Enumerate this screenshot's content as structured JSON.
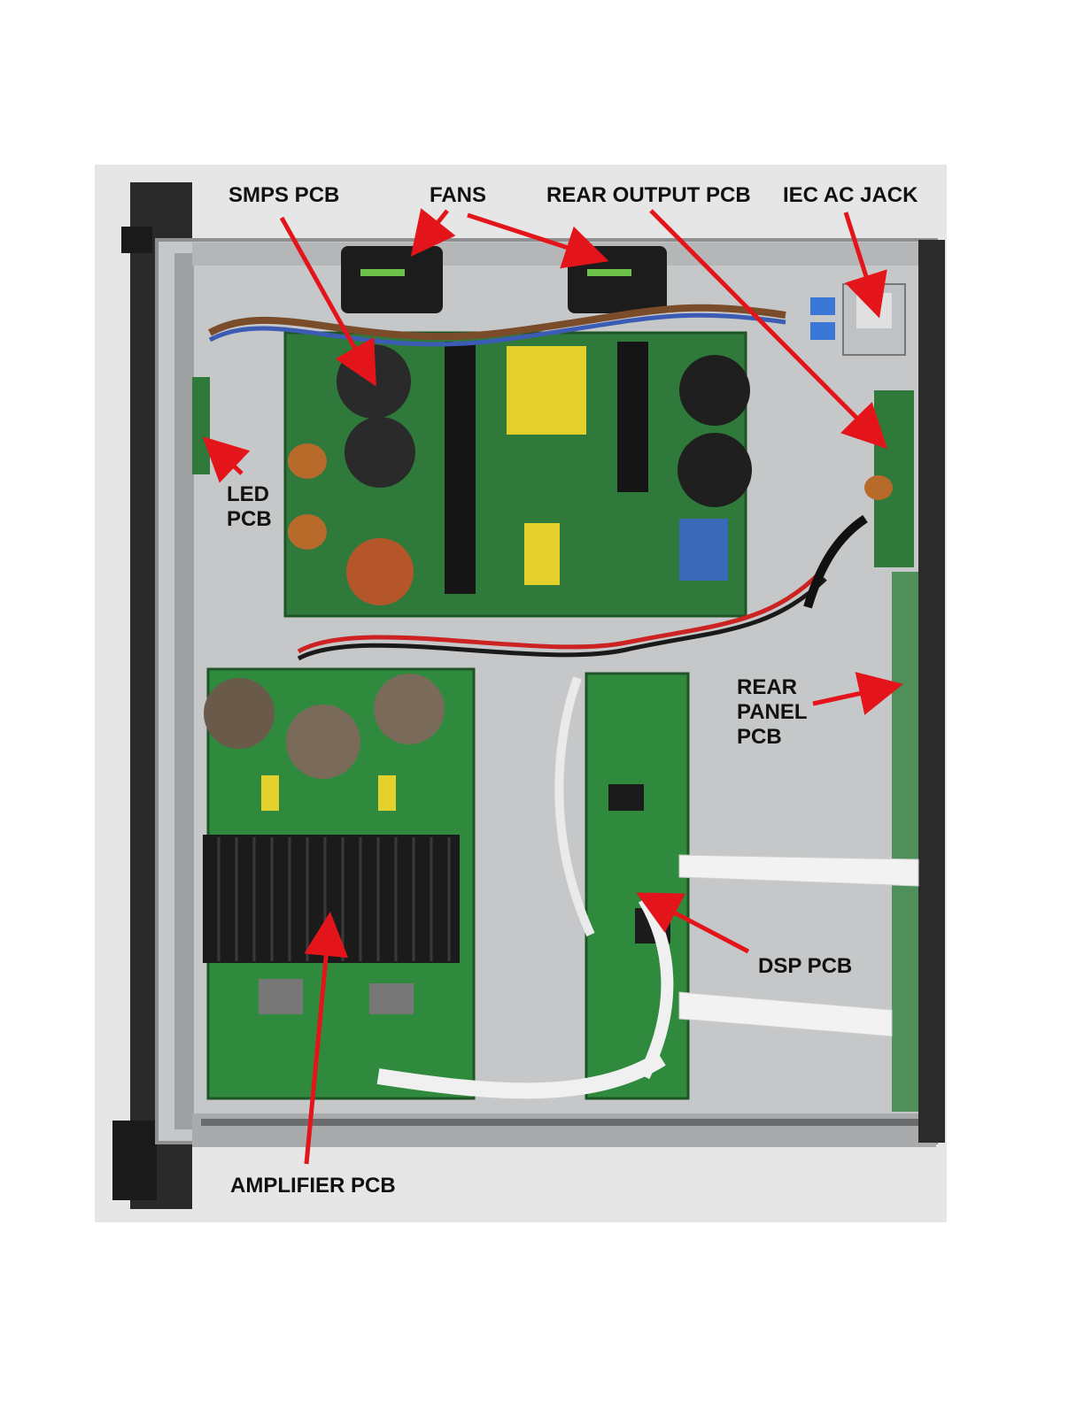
{
  "labels": {
    "smps": "SMPS PCB",
    "fans": "FANS",
    "rear_output": "REAR OUTPUT PCB",
    "iec": "IEC AC JACK",
    "led": [
      "LED",
      "PCB"
    ],
    "rear_panel": [
      "REAR",
      "PANEL",
      "PCB"
    ],
    "dsp": "DSP PCB",
    "amplifier": "AMPLIFIER PCB"
  },
  "colors": {
    "arrow": "#e3151b",
    "pcb": "#2f7a3a",
    "chassis": "#c9cbcc",
    "heatsink": "#1b1b1b"
  }
}
